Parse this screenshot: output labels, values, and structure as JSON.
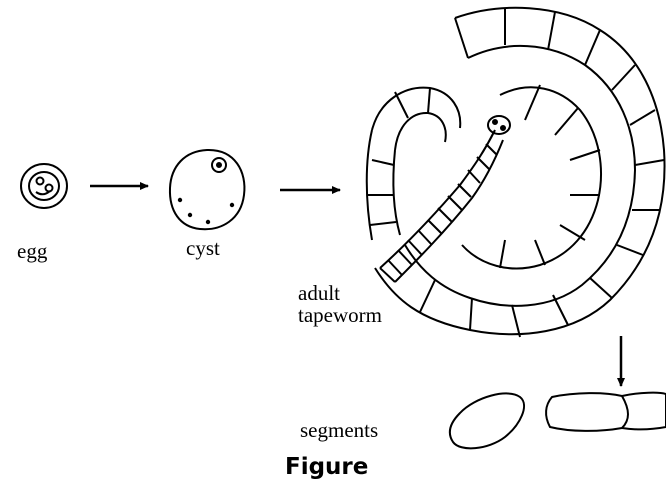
{
  "labels": {
    "egg": "egg",
    "cyst": "cyst",
    "adult_line1": "adult",
    "adult_line2": "tapeworm",
    "segments": "segments"
  },
  "caption": "Figure",
  "colors": {
    "ink": "#000000",
    "paper": "#ffffff"
  }
}
